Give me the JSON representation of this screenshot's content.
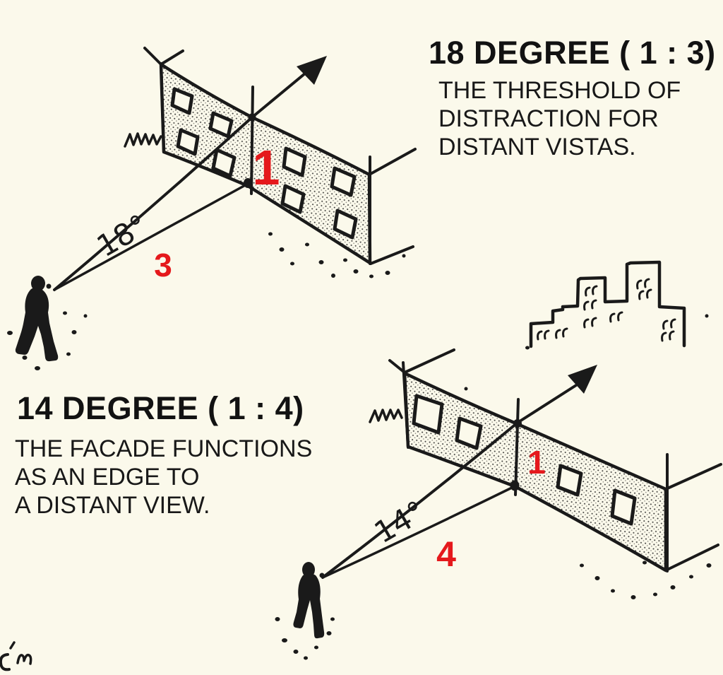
{
  "colors": {
    "background": "#FBF9EB",
    "ink": "#1A1A1A",
    "accent_red": "#E5191C"
  },
  "panel_18": {
    "heading": "18 DEGREE ( 1 : 3)",
    "caption_lines": [
      "THE THRESHOLD OF",
      "DISTRACTION FOR",
      "DISTANT VISTAS."
    ],
    "angle_label": "18°",
    "facade_unit_label": "1",
    "distance_label": "3"
  },
  "panel_14": {
    "heading": "14 DEGREE ( 1 : 4)",
    "caption_lines": [
      "THE FACADE FUNCTIONS",
      "AS AN EDGE TO",
      "A DISTANT VIEW."
    ],
    "angle_label": "14°",
    "facade_unit_label": "1",
    "distance_label": "4"
  }
}
